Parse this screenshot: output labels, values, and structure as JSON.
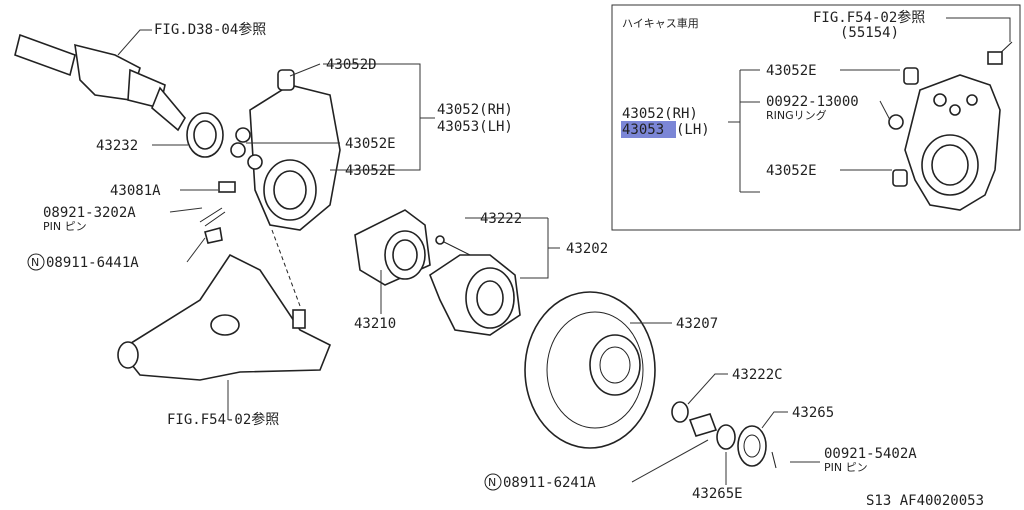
{
  "labels": {
    "fig_d38": "FIG.D38-04参照",
    "p43052d": "43052D",
    "p43052rh": "43052(RH)",
    "p43053lh": "43053(LH)",
    "p43052e_1": "43052E",
    "p43052e_2": "43052E",
    "p43232": "43232",
    "p43081a": "43081A",
    "p08921": "08921-3202A",
    "pin_1": "PIN ピン",
    "p08911_6441": "08911-6441A",
    "n_mark": "N",
    "p43222": "43222",
    "p43202": "43202",
    "p43210": "43210",
    "p43207": "43207",
    "fig_f54_bottom": "FIG.F54-02参照",
    "p43222c": "43222C",
    "p43265": "43265",
    "p08911_6241": "08911-6241A",
    "p43265e": "43265E",
    "p00921": "00921-5402A",
    "pin_2": "PIN ピン",
    "footer_code": "S13  AF40020053"
  },
  "inset": {
    "title": "ハイキャス車用",
    "fig_f54": "FIG.F54-02参照",
    "p55154": "(55154)",
    "p43052e_top": "43052E",
    "p43052rh": "43052(RH)",
    "p43053_highlight": "43053",
    "p43053_lh": "(LH)",
    "p00922": "00922-13000",
    "ring": "RINGリング",
    "p43052e_bottom": "43052E"
  },
  "colors": {
    "highlight": "#7b86d6",
    "ink": "#222222"
  }
}
